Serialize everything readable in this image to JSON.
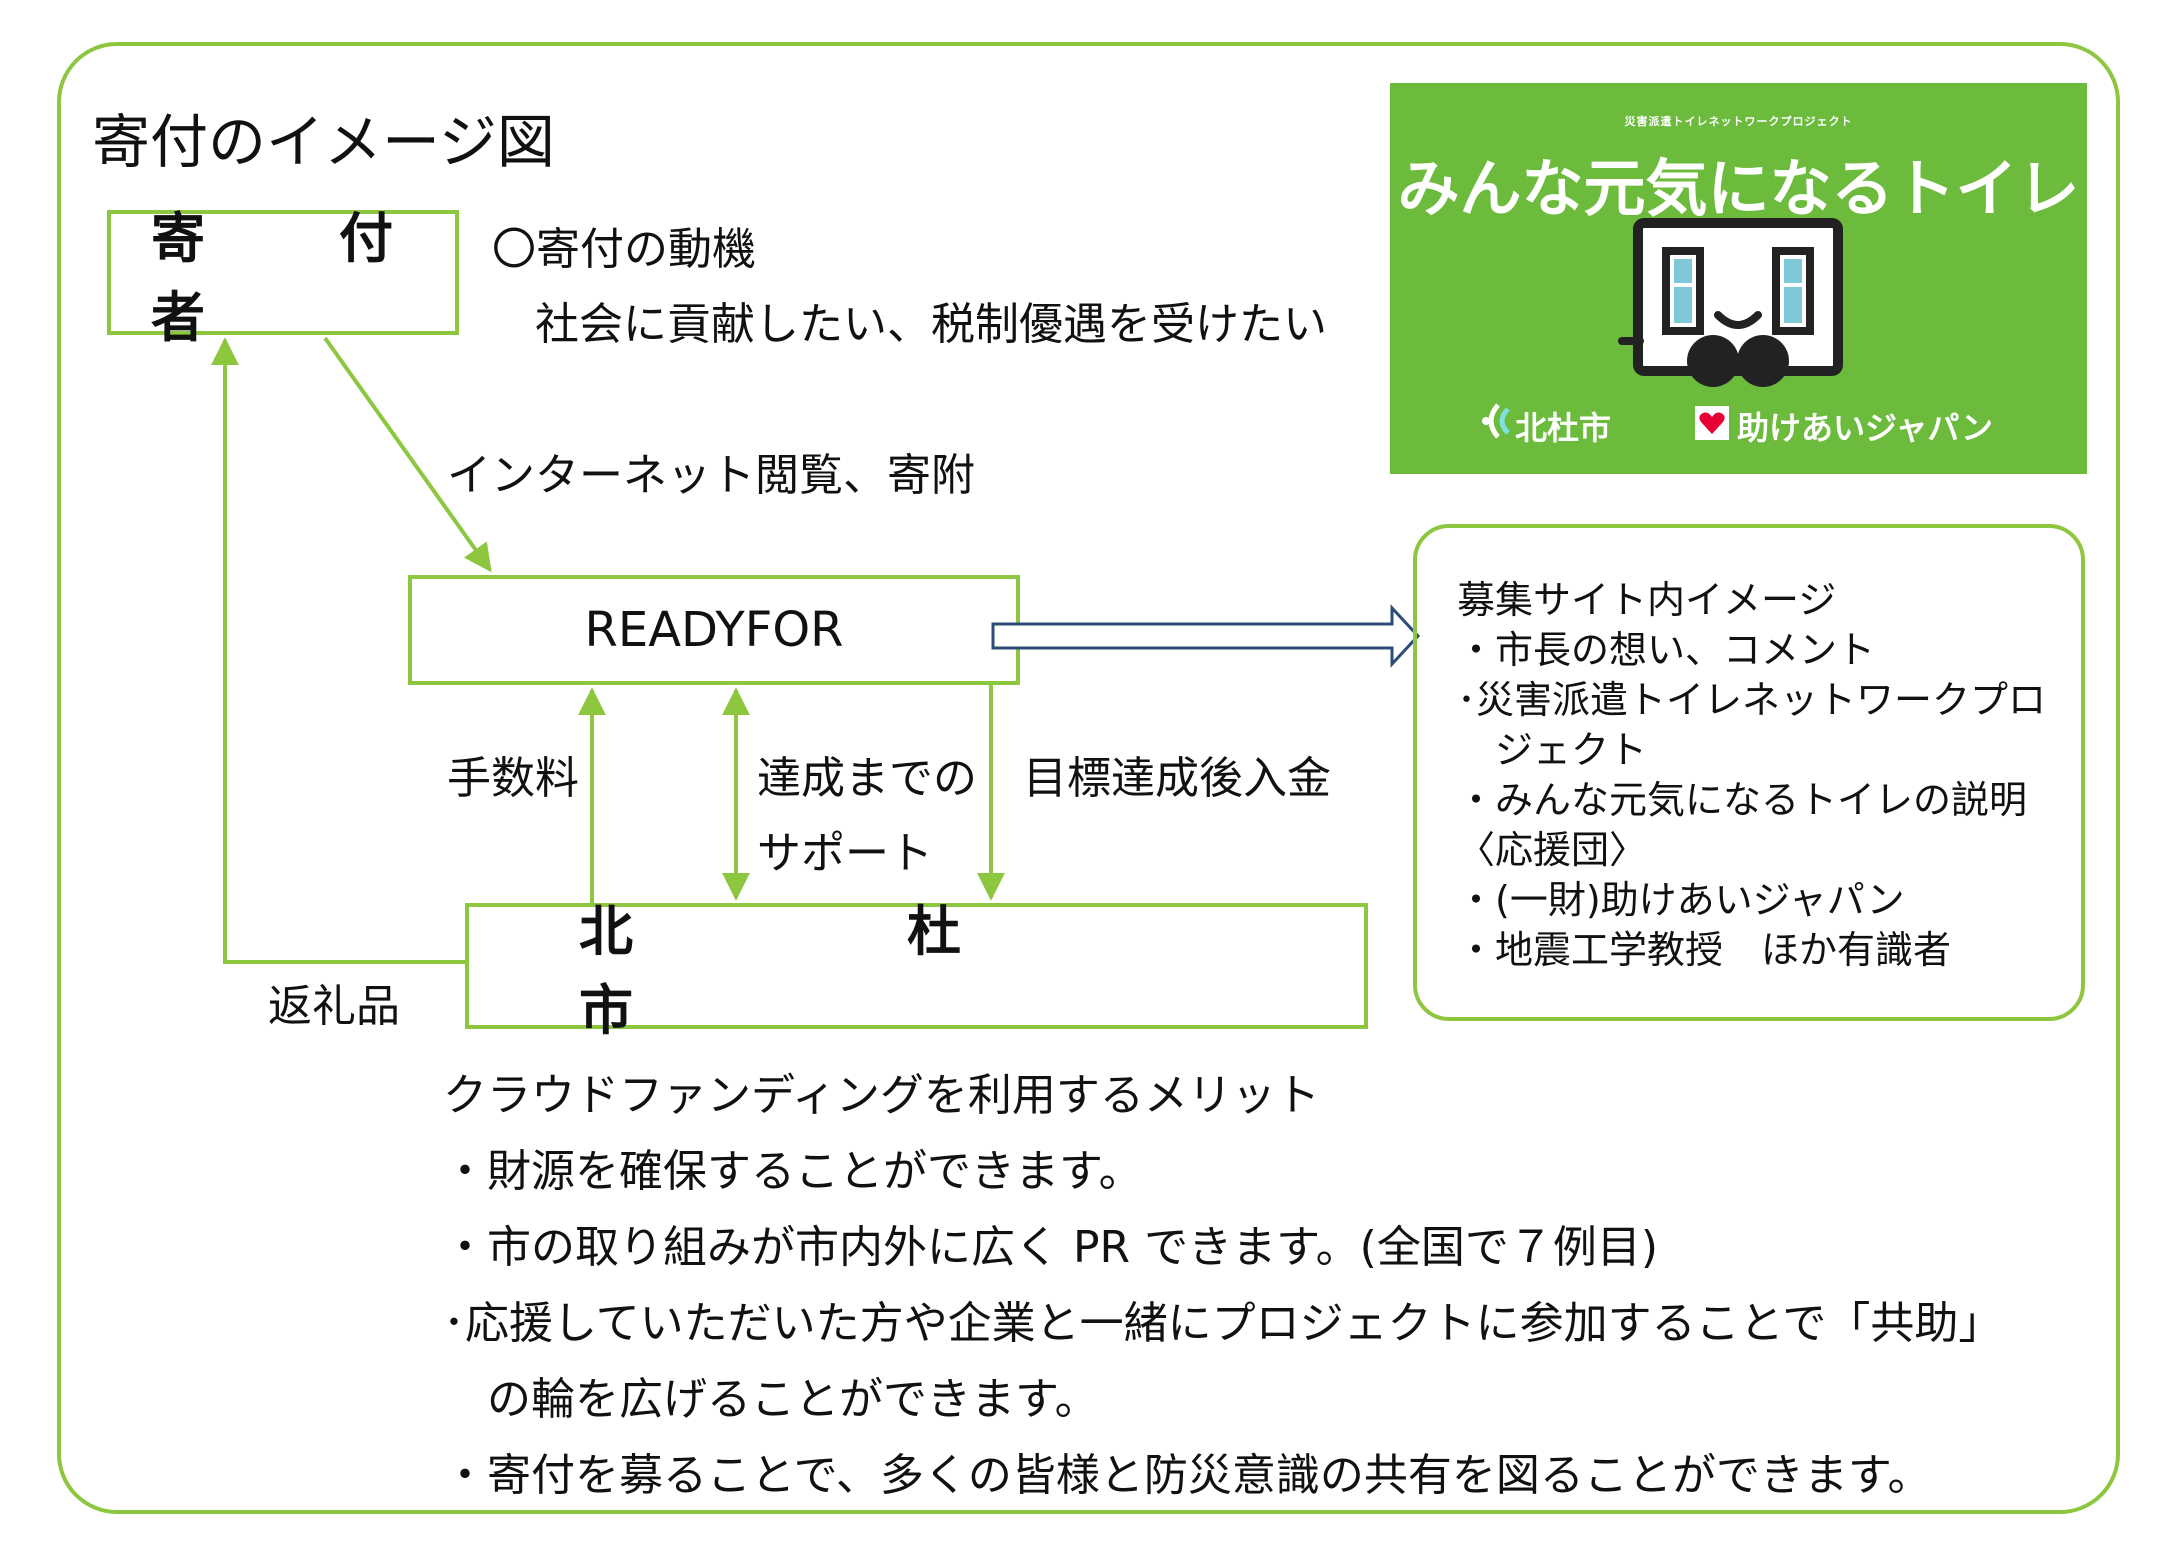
{
  "title": "寄付のイメージ図",
  "donor": {
    "label": "寄　付　者",
    "motive_heading": "〇寄付の動機",
    "motive_text": "社会に貢献したい、税制優遇を受けたい"
  },
  "flows": {
    "donate": "インターネット閲覧、寄附",
    "fee": "手数料",
    "support_line1": "達成までの",
    "support_line2": "サポート",
    "deposit": "目標達成後入金",
    "gift": "返礼品"
  },
  "readyfor": {
    "label": "READYFOR"
  },
  "city": {
    "label": "北　杜　市"
  },
  "site_image": {
    "lines": [
      "募集サイト内イメージ",
      "・市長の想い、コメント",
      "･災害派遣トイレネットワークプロ",
      "　ジェクト",
      "・みんな元気になるトイレの説明",
      "〈応援団〉",
      "・(一財)助けあいジャパン",
      "・地震工学教授　ほか有識者"
    ]
  },
  "logo": {
    "small_text": "災害派遣トイレネットワークプロジェクト",
    "main_text": "みんな元気になるトイレ",
    "city_text": "北杜市",
    "org_text": "助けあいジャパン"
  },
  "merits": {
    "heading": "クラウドファンディングを利用するメリット",
    "items": [
      "・財源を確保することができます。",
      "・市の取り組みが市内外に広く PR できます。(全国で７例目)",
      "･応援していただいた方や企業と一緒にプロジェクトに参加することで「共助」",
      "　の輪を広げることができます。",
      "・寄付を募ることで、多くの皆様と防災意識の共有を図ることができます。"
    ]
  },
  "colors": {
    "accent_green": "#8dc63f",
    "logo_green": "#6cbb3c",
    "arrow_blue": "#2e4d7a"
  }
}
